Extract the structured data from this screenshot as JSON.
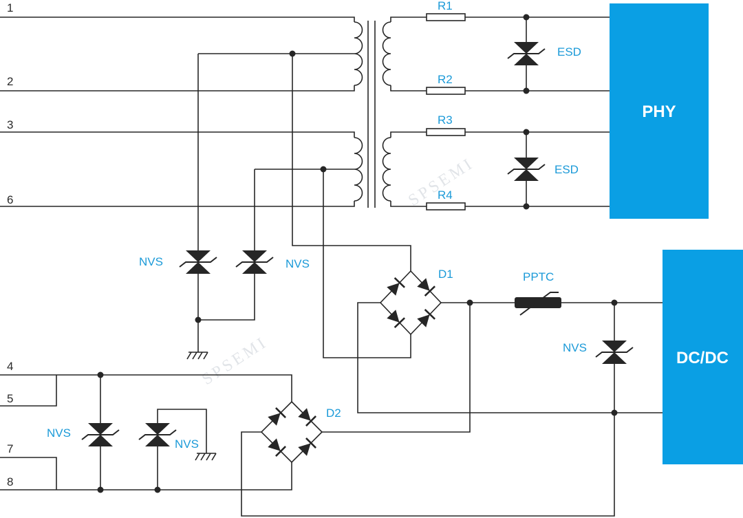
{
  "pins": {
    "p1": "1",
    "p2": "2",
    "p3": "3",
    "p6": "6",
    "p4": "4",
    "p5": "5",
    "p7": "7",
    "p8": "8"
  },
  "resistors": {
    "r1": "R1",
    "r2": "R2",
    "r3": "R3",
    "r4": "R4"
  },
  "esd": {
    "top": "ESD",
    "bottom": "ESD"
  },
  "blocks": {
    "phy": "PHY",
    "dcdc": "DC/DC"
  },
  "nvs": {
    "upper_left": "NVS",
    "upper_right": "NVS",
    "right": "NVS",
    "lower_left": "NVS",
    "lower_right": "NVS"
  },
  "bridges": {
    "d1": "D1",
    "d2": "D2"
  },
  "pptc": "PPTC",
  "watermark": {
    "text": "SPSEMI"
  },
  "colors": {
    "block": "#0a9fe4",
    "label": "#1b9ad8",
    "wire": "#262626"
  }
}
